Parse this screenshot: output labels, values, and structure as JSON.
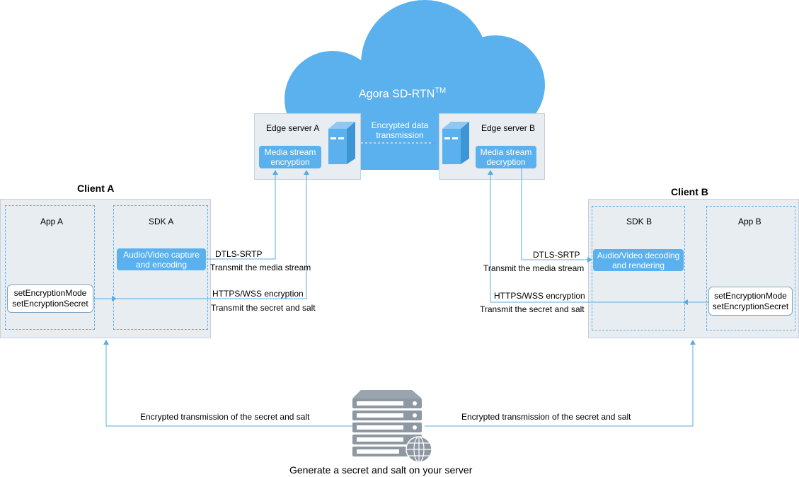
{
  "cloud": {
    "label": "Agora SD-RTN",
    "sup": "TM",
    "color": "#5bb1ee"
  },
  "edge_a": {
    "title": "Edge server A",
    "box": "Media stream encryption"
  },
  "edge_b": {
    "title": "Edge server B",
    "box": "Media stream decryption"
  },
  "edge_link": {
    "line1": "Encrypted data",
    "line2": "transmission"
  },
  "client_a": {
    "title": "Client A",
    "app": "App A",
    "sdk": "SDK A",
    "capture": {
      "line1": "Audio/Video capture",
      "line2": "and encoding"
    },
    "api": {
      "line1": "setEncryptionMode",
      "line2": "setEncryptionSecret"
    }
  },
  "client_b": {
    "title": "Client B",
    "app": "App B",
    "sdk": "SDK B",
    "decode": {
      "line1": "Audio/Video decoding",
      "line2": "and rendering"
    },
    "api": {
      "line1": "setEncryptionMode",
      "line2": "setEncryptionSecret"
    }
  },
  "left_links": {
    "dtls": "DTLS-SRTP",
    "media": "Transmit the media stream",
    "https": "HTTPS/WSS encryption",
    "secret": "Transmit the secret and salt"
  },
  "right_links": {
    "dtls": "DTLS-SRTP",
    "media": "Transmit the media stream",
    "https": "HTTPS/WSS encryption",
    "secret": "Transmit the secret and salt"
  },
  "bottom": {
    "left_label": "Encrypted transmission of the secret and salt",
    "right_label": "Encrypted transmission of the secret and salt",
    "server_caption": "Generate a secret and salt on your server"
  },
  "colors": {
    "line": "#5aabe6",
    "panel": "#e8edf1",
    "box": "#5bb1ee"
  }
}
